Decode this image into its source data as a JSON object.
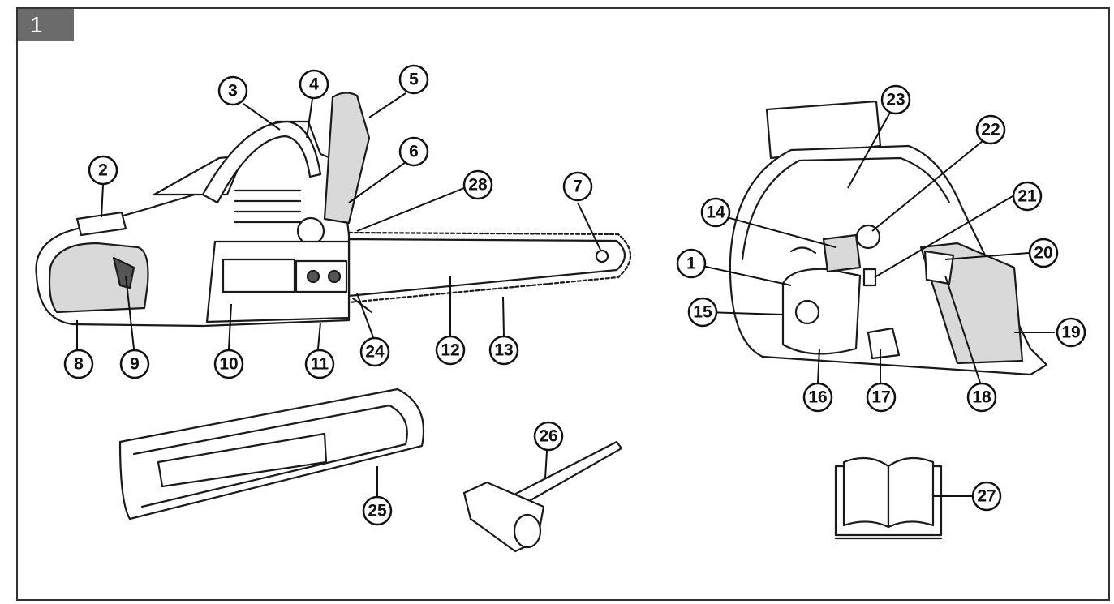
{
  "figure": {
    "number": "1"
  },
  "callouts": [
    "1",
    "2",
    "3",
    "4",
    "5",
    "6",
    "7",
    "8",
    "9",
    "10",
    "11",
    "12",
    "13",
    "14",
    "15",
    "16",
    "17",
    "18",
    "19",
    "20",
    "21",
    "22",
    "23",
    "24",
    "25",
    "26",
    "27",
    "28"
  ],
  "colors": {
    "tag_bg": "#6b6b6b",
    "line": "#111111",
    "frame": "#333333"
  },
  "icons": [
    "chainsaw-side-view",
    "chainsaw-rear-view",
    "bar-cover",
    "spark-plug-wrench",
    "instruction-manual-book"
  ]
}
